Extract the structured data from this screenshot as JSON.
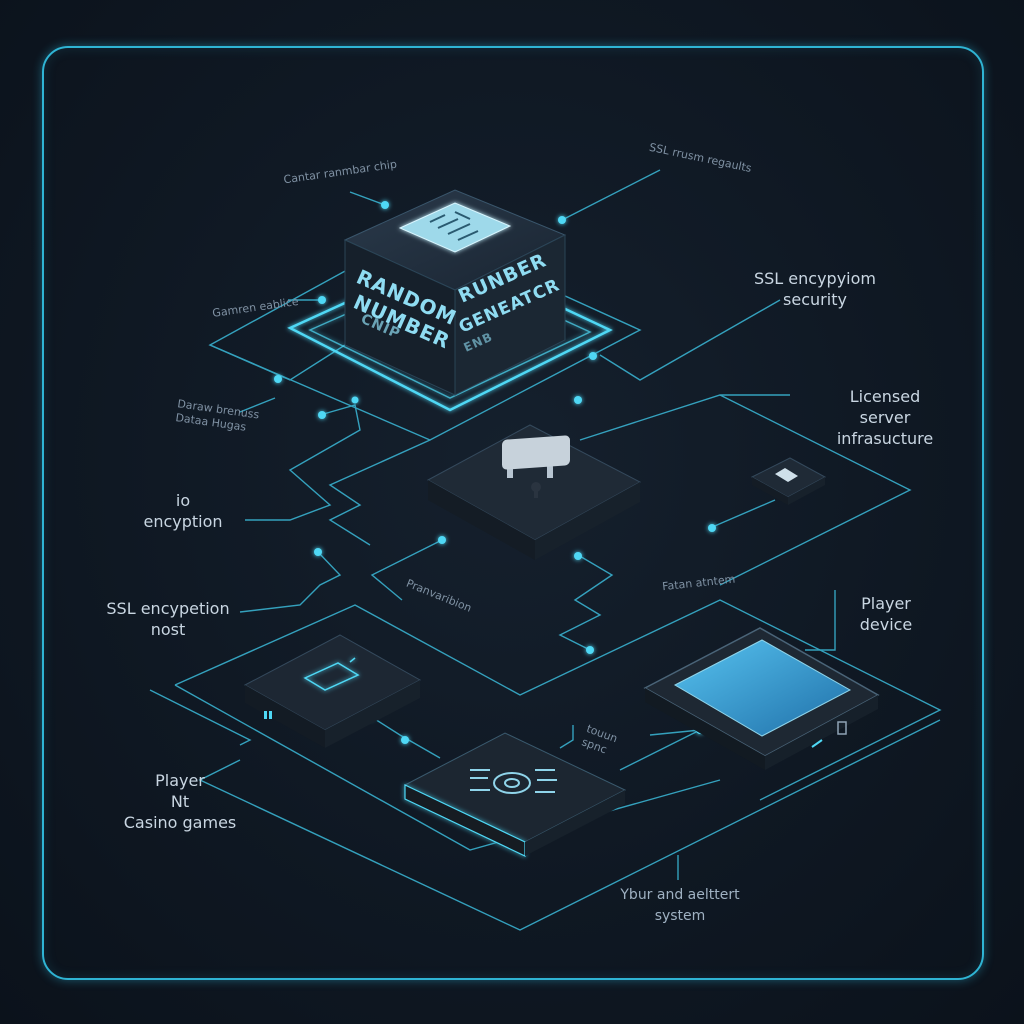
{
  "nodes": {
    "rng": {
      "left_text_1": "RANDOM",
      "left_text_2": "NUMBER",
      "left_text_3": "CNIP",
      "right_text_1": "RUNBER",
      "right_text_2": "GENEATCR",
      "right_text_3": "ENB"
    }
  },
  "labels": {
    "chip": "Cantar ranmbar chip",
    "ssl_results": "SSL rrusm regaults",
    "ssl_security": "SSL encypyiom\nsecurity",
    "licensed": "Licensed\nserver\ninfrasucture",
    "generator": "Gamren eablice",
    "data_games": "Daraw brenuss\nDataa Hugas",
    "encryption": "io\nencyption",
    "ssl_host": "SSL encypetion\nnost",
    "flow": "Pranvaribion",
    "fabric": "Fatan atntem",
    "player_device": "Player\ndevice",
    "player_games": "Player\nNt\nCasino games",
    "tour": "touun\nspnc",
    "system": "Ybur and aelttert\nsystem"
  },
  "colors": {
    "accent": "#2fb4d4",
    "glow": "#4fd8f5",
    "panel": "#1c2632",
    "screen": "#3aa6e0"
  }
}
